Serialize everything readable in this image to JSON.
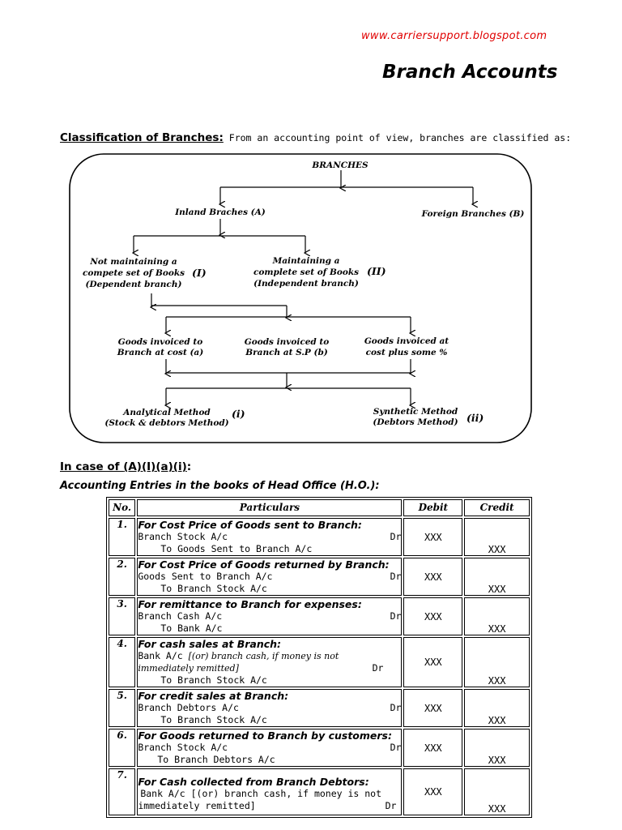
{
  "header": {
    "url": "www.carriersupport.blogspot.com",
    "title": "Branch Accounts"
  },
  "classification": {
    "heading": "Classification of Branches:",
    "text": " From an accounting point of view, branches are classified as:"
  },
  "tree": {
    "root": "BRANCHES",
    "inland": "Inland Braches (A)",
    "foreign": "Foreign Branches (B)",
    "not_maintaining": [
      "Not maintaining a",
      "compete set of Books",
      "(Dependent branch)"
    ],
    "not_maintaining_tag": "(I)",
    "maintaining": [
      "Maintaining a",
      "complete set of Books",
      "(Independent branch)"
    ],
    "maintaining_tag": "(II)",
    "goods_cost": [
      "Goods invoiced to",
      "Branch at cost (a)"
    ],
    "goods_sp": [
      "Goods invoiced to",
      "Branch at S.P (b)"
    ],
    "goods_cost_plus": [
      "Goods invoiced at",
      "cost plus some %"
    ],
    "analytical": [
      "Analytical Method",
      "(Stock & debtors Method)"
    ],
    "analytical_tag": "(i)",
    "synthetic": [
      "Synthetic Method",
      "(Debtors Method)"
    ],
    "synthetic_tag": "(ii)"
  },
  "case_heading": {
    "prefix": "In case of ",
    "code": "(A)(I)(a)(i)",
    "suffix": ":"
  },
  "entries_heading": "Accounting Entries in the books of Head Office (H.O.):",
  "table": {
    "headers": [
      "No.",
      "Particulars",
      "Debit",
      "Credit"
    ],
    "rows": [
      {
        "no": "1.",
        "head": "For Cost Price of Goods sent to Branch:",
        "dr": "Branch Stock A/c",
        "dr_mark": "Dr",
        "cr": "To Goods Sent to Branch A/c",
        "debit": "XXX",
        "credit": "XXX"
      },
      {
        "no": "2.",
        "head": "For Cost Price of Goods returned by Branch:",
        "dr": "Goods Sent to Branch A/c",
        "dr_mark": "Dr",
        "cr": "To Branch Stock A/c",
        "debit": "XXX",
        "credit": "XXX"
      },
      {
        "no": "3.",
        "head": "For remittance to Branch for expenses:",
        "dr": "Branch Cash A/c",
        "dr_mark": "Dr",
        "cr": "To Bank A/c",
        "debit": "XXX",
        "credit": "XXX"
      },
      {
        "no": "4.",
        "head": "For cash sales at Branch:",
        "dr": "Bank A/c",
        "dr_note_1": "[(or) branch cash, if money is not",
        "dr_note_2": "immediately remitted]",
        "dr_mark": "Dr",
        "cr": "To Branch Stock A/c",
        "debit": "XXX",
        "credit": "XXX"
      },
      {
        "no": "5.",
        "head": "For credit sales at Branch:",
        "dr": "Branch Debtors A/c",
        "dr_mark": "Dr",
        "cr": "To  Branch Stock A/c",
        "debit": "XXX",
        "credit": "XXX"
      },
      {
        "no": "6.",
        "head": "For Goods returned to Branch by customers:",
        "dr": "Branch Stock A/c",
        "dr_mark": "Dr",
        "cr": "To  Branch Debtors A/c",
        "debit": "XXX",
        "credit": "XXX"
      },
      {
        "no": "7.",
        "head": "For Cash collected from Branch Debtors:",
        "dr_line_1": "Bank A/c [(or) branch cash, if money is not",
        "dr_line_2": "immediately remitted]",
        "dr_mark": "Dr",
        "debit": "XXX",
        "credit": "XXX"
      }
    ]
  }
}
